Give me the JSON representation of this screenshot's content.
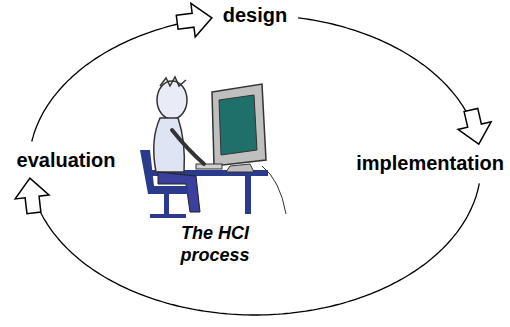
{
  "diagram": {
    "nodes": [
      {
        "text": [
          "design"
        ]
      },
      {
        "text": [
          "implementation"
        ]
      },
      {
        "text": [
          "evaluation"
        ]
      }
    ],
    "edges": [
      {
        "from": 0,
        "to": 1,
        "arrow": "to"
      },
      {
        "from": 1,
        "to": 2,
        "arrow": "to"
      },
      {
        "from": 2,
        "to": 0,
        "arrow": "to"
      }
    ],
    "labels": [
      "The HCI process"
    ]
  }
}
